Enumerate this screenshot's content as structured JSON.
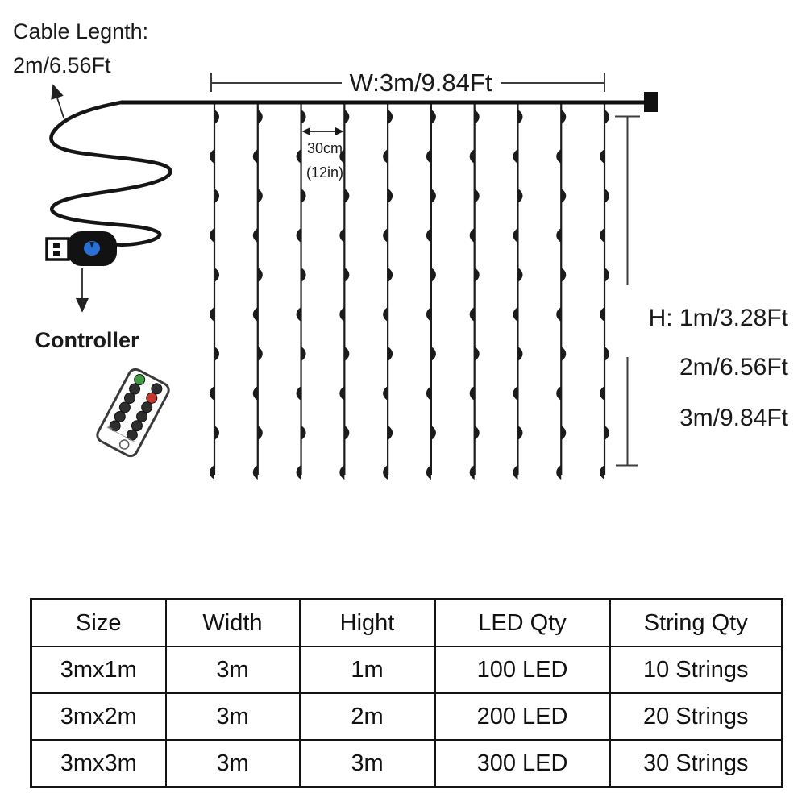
{
  "labels": {
    "cable_length_title": "Cable Legnth:",
    "cable_length_value": "2m/6.56Ft",
    "controller": "Controller",
    "width_dim": "W:3m/9.84Ft",
    "led_spacing": "30cm",
    "led_spacing_alt": "(12in)",
    "height_dim_line1": "H: 1m/3.28Ft",
    "height_dim_line2": "2m/6.56Ft",
    "height_dim_line3": "3m/9.84Ft"
  },
  "curtain": {
    "string_count": 10,
    "leds_per_string": 10
  },
  "colors": {
    "line_black": "#1b1b1b",
    "dim_gray": "#3d3d3d",
    "usb_button_blue": "#2a6fd2",
    "remote_green": "#3f9c42",
    "remote_red": "#c8382f",
    "remote_dark_button": "#2e2e2e"
  },
  "table": {
    "headers": [
      "Size",
      "Width",
      "Hight",
      "LED Qty",
      "String Qty"
    ],
    "rows": [
      [
        "3mx1m",
        "3m",
        "1m",
        "100 LED",
        "10 Strings"
      ],
      [
        "3mx2m",
        "3m",
        "2m",
        "200 LED",
        "20 Strings"
      ],
      [
        "3mx3m",
        "3m",
        "3m",
        "300 LED",
        "30 Strings"
      ]
    ]
  }
}
